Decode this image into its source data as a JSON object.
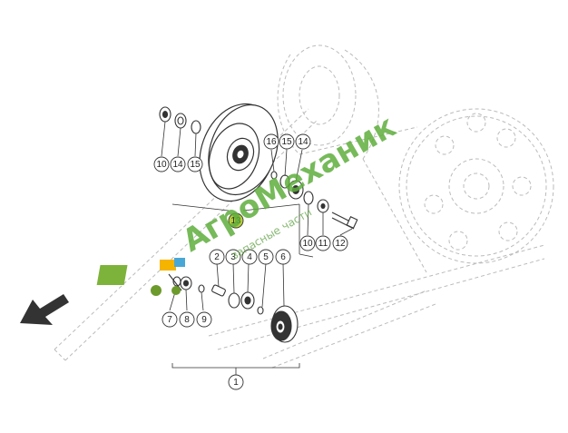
{
  "callouts": [
    {
      "id": "c10a",
      "label": "10"
    },
    {
      "id": "c14a",
      "label": "14"
    },
    {
      "id": "c15a",
      "label": "15"
    },
    {
      "id": "c16",
      "label": "16"
    },
    {
      "id": "c15b",
      "label": "15"
    },
    {
      "id": "c14b",
      "label": "14"
    },
    {
      "id": "c13",
      "label": "13",
      "highlight": true
    },
    {
      "id": "c10b",
      "label": "10"
    },
    {
      "id": "c11",
      "label": "11"
    },
    {
      "id": "c12",
      "label": "12"
    },
    {
      "id": "c2",
      "label": "2"
    },
    {
      "id": "c3",
      "label": "3"
    },
    {
      "id": "c4",
      "label": "4"
    },
    {
      "id": "c5",
      "label": "5"
    },
    {
      "id": "c6",
      "label": "6"
    },
    {
      "id": "c7",
      "label": "7"
    },
    {
      "id": "c8",
      "label": "8"
    },
    {
      "id": "c9",
      "label": "9"
    },
    {
      "id": "c1",
      "label": "1"
    }
  ],
  "watermark": {
    "brand": "АгроМеханик",
    "tagline": "запасные части"
  },
  "colors": {
    "line": "#333333",
    "ghost": "#bbbbbb",
    "highlight": "#b5cc3a",
    "watermark": "#5fae3d"
  },
  "icons": {
    "direction_arrow": "direction-arrow-icon",
    "logo": "combine-harvester-logo"
  }
}
